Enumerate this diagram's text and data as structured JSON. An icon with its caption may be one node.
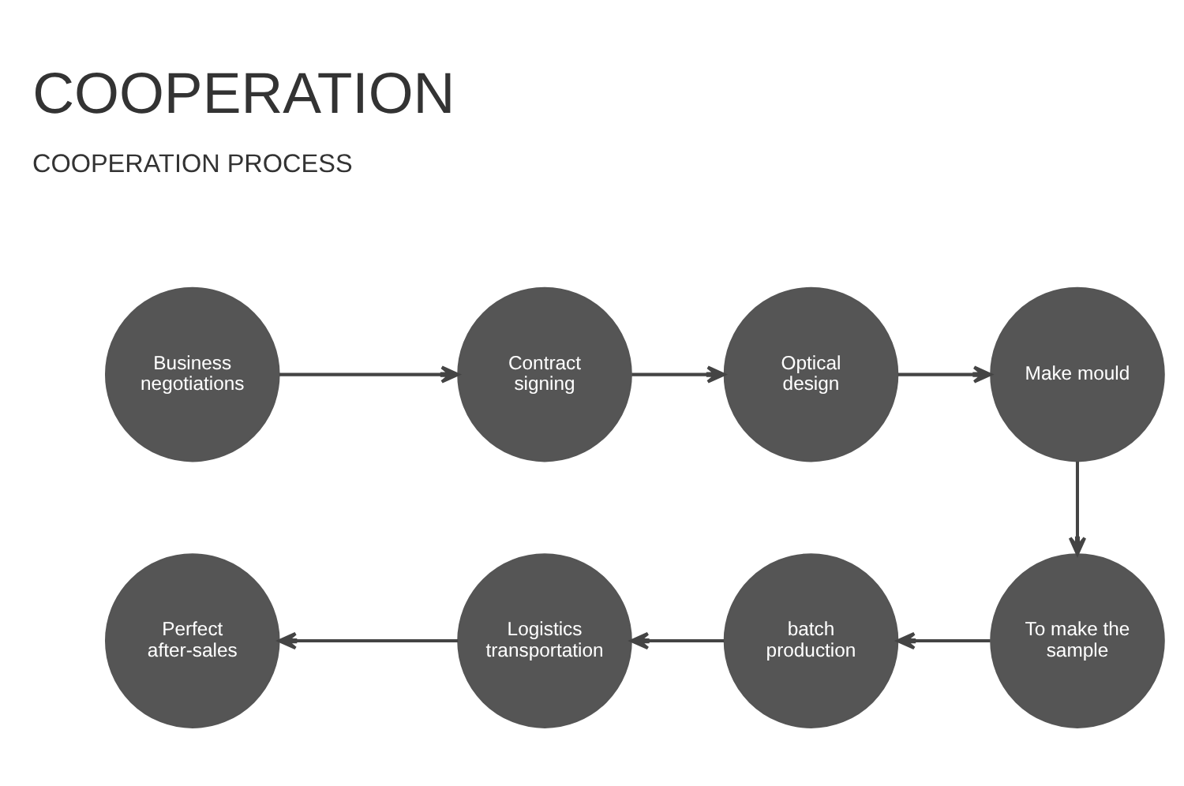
{
  "diagram": {
    "title": "COOPERATION",
    "nodes": [
      {
        "text": [
          "Business negotiations"
        ]
      },
      {
        "text": [
          "Contract signing"
        ]
      },
      {
        "text": [
          "Optical design"
        ]
      },
      {
        "text": [
          "Make mould"
        ]
      },
      {
        "text": [
          "Perfect after-sales"
        ]
      },
      {
        "text": [
          "Logistics transportation"
        ]
      },
      {
        "text": [
          "batch production"
        ]
      },
      {
        "text": [
          "To make the sample"
        ]
      }
    ],
    "edges": [
      {
        "from": 0,
        "to": 1,
        "arrow": "to"
      },
      {
        "from": 1,
        "to": 2,
        "arrow": "to"
      },
      {
        "from": 2,
        "to": 3,
        "arrow": "to"
      },
      {
        "from": 3,
        "to": 7,
        "arrow": "to"
      },
      {
        "from": 7,
        "to": 6,
        "arrow": "to"
      },
      {
        "from": 6,
        "to": 5,
        "arrow": "to"
      },
      {
        "from": 5,
        "to": 4,
        "arrow": "to"
      }
    ],
    "labels": [
      "COOPERATION PROCESS"
    ]
  }
}
